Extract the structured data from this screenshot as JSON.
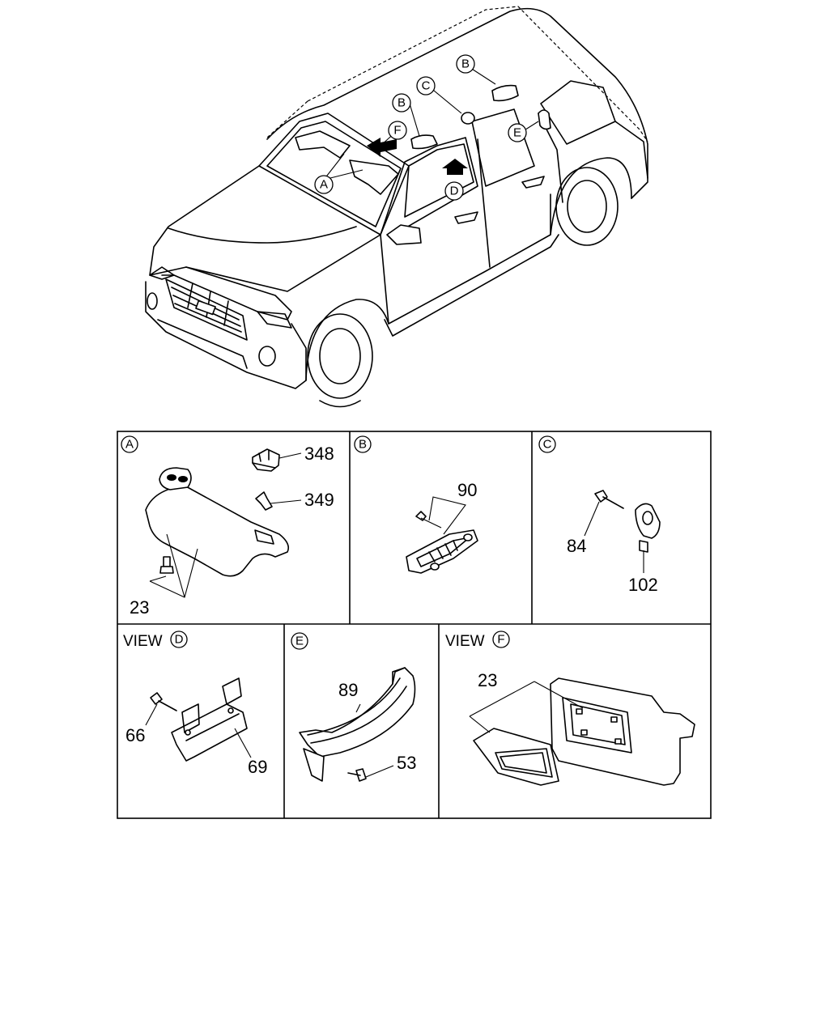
{
  "vehicle_callouts": [
    "A",
    "B",
    "C",
    "B",
    "E",
    "F",
    "D"
  ],
  "panels": {
    "a": {
      "label": "A",
      "parts": [
        "348",
        "349",
        "23"
      ]
    },
    "b": {
      "label": "B",
      "parts": [
        "90"
      ]
    },
    "c": {
      "label": "C",
      "parts": [
        "84",
        "102"
      ]
    },
    "d": {
      "view": "VIEW",
      "label": "D",
      "parts": [
        "66",
        "69"
      ]
    },
    "e": {
      "label": "E",
      "parts": [
        "89",
        "53"
      ]
    },
    "f": {
      "view": "VIEW",
      "label": "F",
      "parts": [
        "23"
      ]
    }
  }
}
